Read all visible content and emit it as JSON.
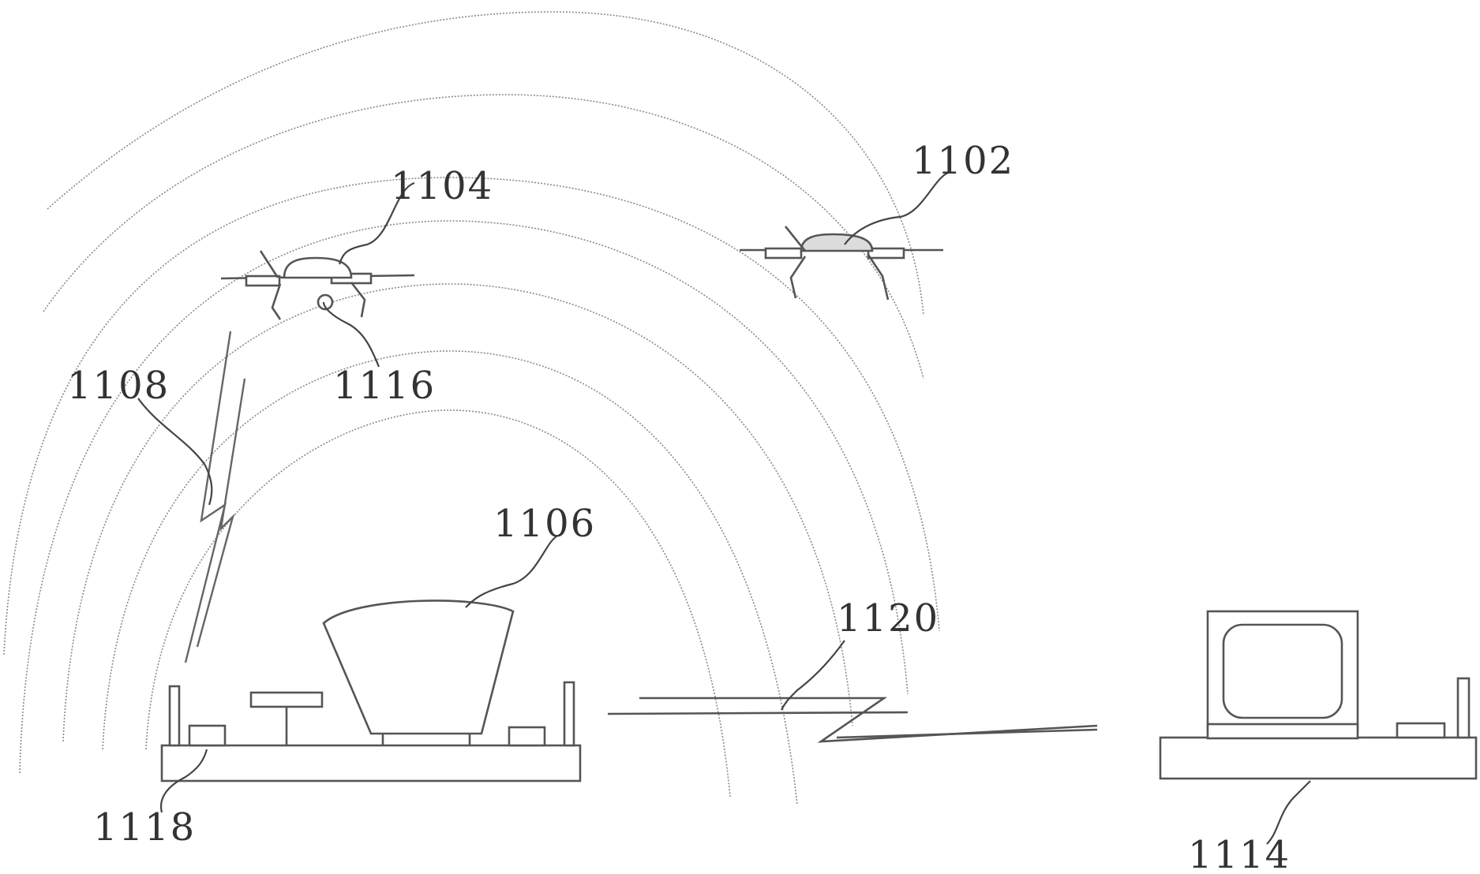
{
  "figure": {
    "labels": {
      "uav_a": "1102",
      "uav_b": "1104",
      "vehicle": "1106",
      "link": "1108",
      "remote_station": "1114",
      "sensor": "1116",
      "base_platform": "1118",
      "network_link": "1120"
    }
  }
}
